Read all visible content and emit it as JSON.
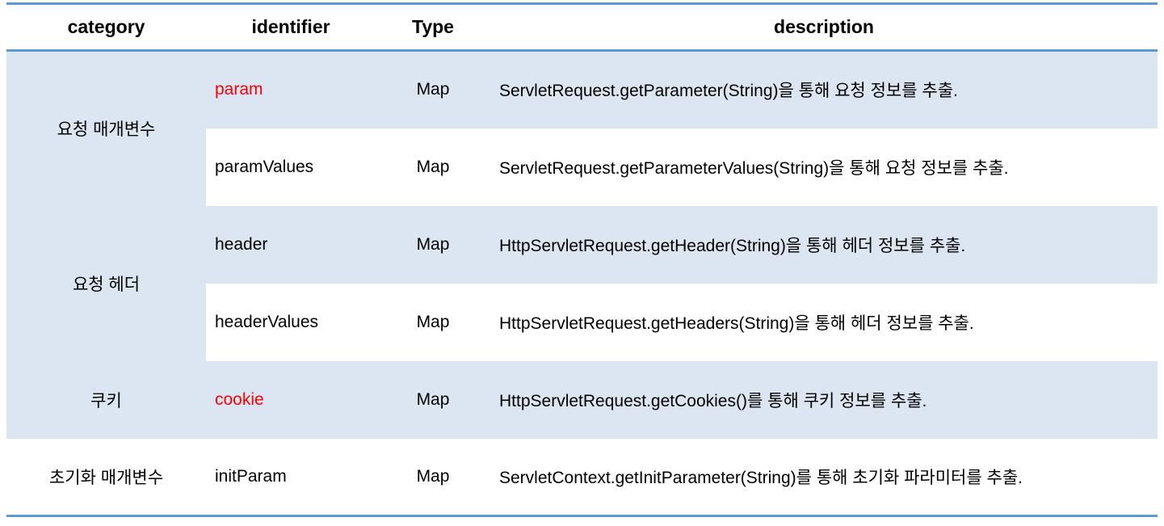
{
  "table": {
    "colors": {
      "accent": "#5b9bd5",
      "row_fill": "#dce6f2",
      "highlight": "#ff0000",
      "text": "#000000"
    },
    "columns": [
      "category",
      "identifier",
      "Type",
      "description"
    ],
    "groups": [
      {
        "category": "요청 매개변수",
        "rows": [
          {
            "identifier": "param",
            "highlighted": true,
            "type": "Map",
            "description": "ServletRequest.getParameter(String)을 통해 요청 정보를 추출."
          },
          {
            "identifier": "paramValues",
            "highlighted": false,
            "type": "Map",
            "description": "ServletRequest.getParameterValues(String)을 통해 요청 정보를 추출."
          }
        ]
      },
      {
        "category": "요청 헤더",
        "rows": [
          {
            "identifier": "header",
            "highlighted": false,
            "type": "Map",
            "description": "HttpServletRequest.getHeader(String)을 통해 헤더 정보를 추출."
          },
          {
            "identifier": "headerValues",
            "highlighted": false,
            "type": "Map",
            "description": "HttpServletRequest.getHeaders(String)을 통해 헤더 정보를 추출."
          }
        ]
      },
      {
        "category": "쿠키",
        "rows": [
          {
            "identifier": "cookie",
            "highlighted": true,
            "type": "Map",
            "description": "HttpServletRequest.getCookies()를 통해 쿠키 정보를 추출."
          }
        ]
      },
      {
        "category": "초기화 매개변수",
        "rows": [
          {
            "identifier": "initParam",
            "highlighted": false,
            "type": "Map",
            "description": "ServletContext.getInitParameter(String)를 통해 초기화 파라미터를 추출."
          }
        ]
      }
    ]
  }
}
